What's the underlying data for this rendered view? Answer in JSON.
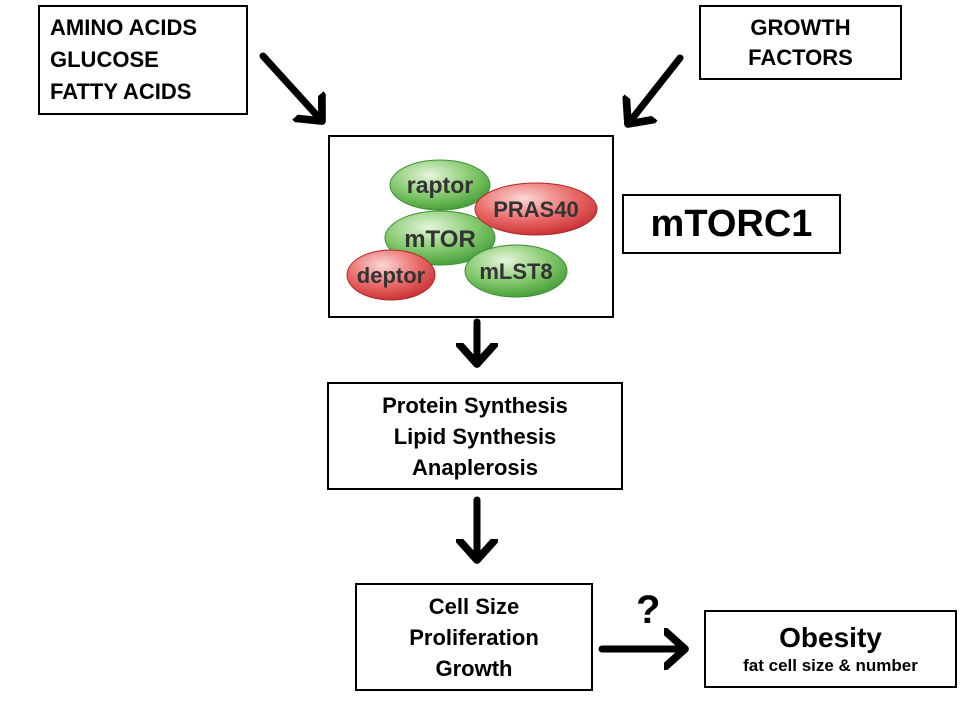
{
  "inputs": {
    "nutrients": [
      "AMINO ACIDS",
      "GLUCOSE",
      "FATTY ACIDS"
    ],
    "growth_factors": [
      "GROWTH",
      "FACTORS"
    ]
  },
  "complex": {
    "name": "mTORC1",
    "components": {
      "raptor": "raptor",
      "pras40": "PRAS40",
      "mtor": "mTOR",
      "deptor": "deptor",
      "mlst8": "mLST8"
    }
  },
  "outputs": {
    "synthesis": [
      "Protein Synthesis",
      "Lipid Synthesis",
      "Anaplerosis"
    ],
    "cell": [
      "Cell Size",
      "Proliferation",
      "Growth"
    ],
    "question": "?",
    "obesity_title": "Obesity",
    "obesity_subtitle": "fat cell size & number"
  },
  "colors": {
    "green": "#6fbf5a",
    "red": "#e0484a",
    "arrow": "#000000"
  }
}
